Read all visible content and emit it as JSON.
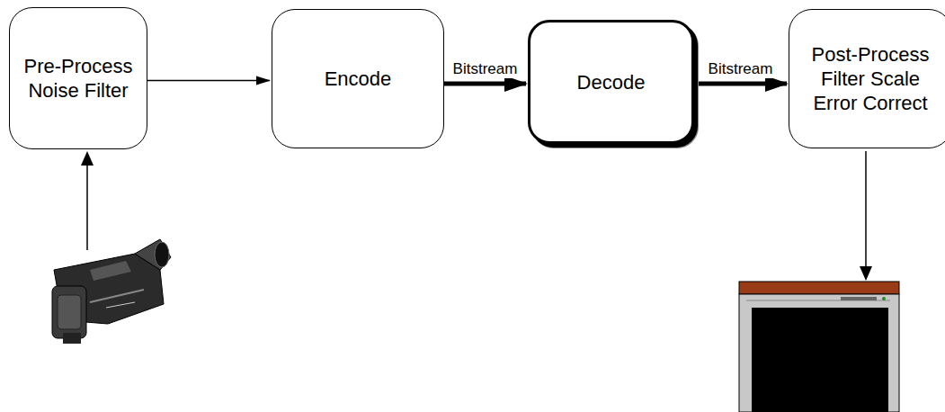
{
  "diagram": {
    "nodes": [
      {
        "text": [
          "Pre-Process Noise Filter"
        ]
      },
      {
        "text": [
          "Encode"
        ]
      },
      {
        "text": [
          "Decode"
        ]
      },
      {
        "text": [
          "Post-Process Filter Scale Error Correct"
        ]
      }
    ],
    "edges": [
      {
        "from": 0,
        "to": 1,
        "arrow": "to"
      },
      {
        "from": 1,
        "to": 2,
        "label": "Bitstream",
        "arrow": "to"
      },
      {
        "from": 2,
        "to": 3,
        "label": "Bitstream",
        "arrow": "to"
      }
    ]
  }
}
